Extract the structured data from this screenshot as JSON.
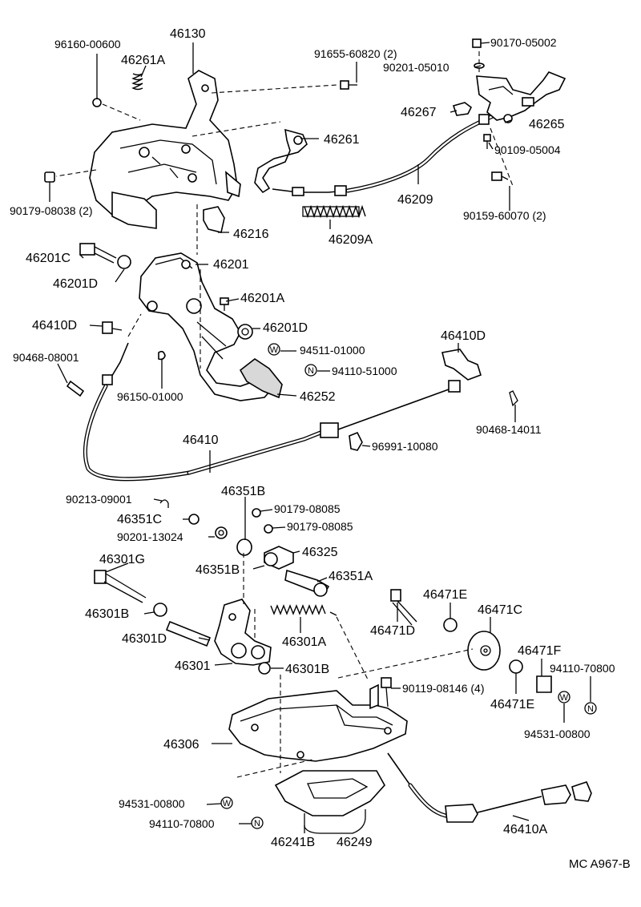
{
  "diagram": {
    "ref_code": "MC A967-B",
    "washer_symbol": "W",
    "nut_symbol": "N",
    "labels": {
      "p96160_00600": "96160-00600",
      "p46130": "46130",
      "p46261A": "46261A",
      "p91655_60820": "91655-60820 (2)",
      "p90170_05002": "90170-05002",
      "p90201_05010": "90201-05010",
      "p46267": "46267",
      "p46265": "46265",
      "p46261": "46261",
      "p90109_05004": "90109-05004",
      "p90179_08038": "90179-08038 (2)",
      "p46209": "46209",
      "p90159_60070": "90159-60070 (2)",
      "p46216": "46216",
      "p46209A": "46209A",
      "p46201C": "46201C",
      "p46201": "46201",
      "p46201D_a": "46201D",
      "p46201A": "46201A",
      "p46410D_a": "46410D",
      "p46201D_b": "46201D",
      "p46410D_b": "46410D",
      "p94511_01000": "94511-01000",
      "p90468_08001": "90468-08001",
      "p94110_51000": "94110-51000",
      "p96150_01000": "96150-01000",
      "p46252": "46252",
      "p90468_14011": "90468-14011",
      "p46410": "46410",
      "p96991_10080": "96991-10080",
      "p90213_09001": "90213-09001",
      "p46351B_a": "46351B",
      "p46351C": "46351C",
      "p90179_08085_a": "90179-08085",
      "p90201_13024": "90201-13024",
      "p90179_08085_b": "90179-08085",
      "p46301G": "46301G",
      "p46325": "46325",
      "p46351B_b": "46351B",
      "p46351A": "46351A",
      "p46471E_a": "46471E",
      "p46471C": "46471C",
      "p46301B_a": "46301B",
      "p46471D": "46471D",
      "p46301D": "46301D",
      "p46301A": "46301A",
      "p46471F": "46471F",
      "p94110_70800_a": "94110-70800",
      "p46301": "46301",
      "p46301B_b": "46301B",
      "p90119_08146": "90119-08146 (4)",
      "p46471E_b": "46471E",
      "p94531_00800_a": "94531-00800",
      "p46306": "46306",
      "p94531_00800_b": "94531-00800",
      "p94110_70800_b": "94110-70800",
      "p46241B": "46241B",
      "p46249": "46249",
      "p46410A": "46410A"
    }
  }
}
